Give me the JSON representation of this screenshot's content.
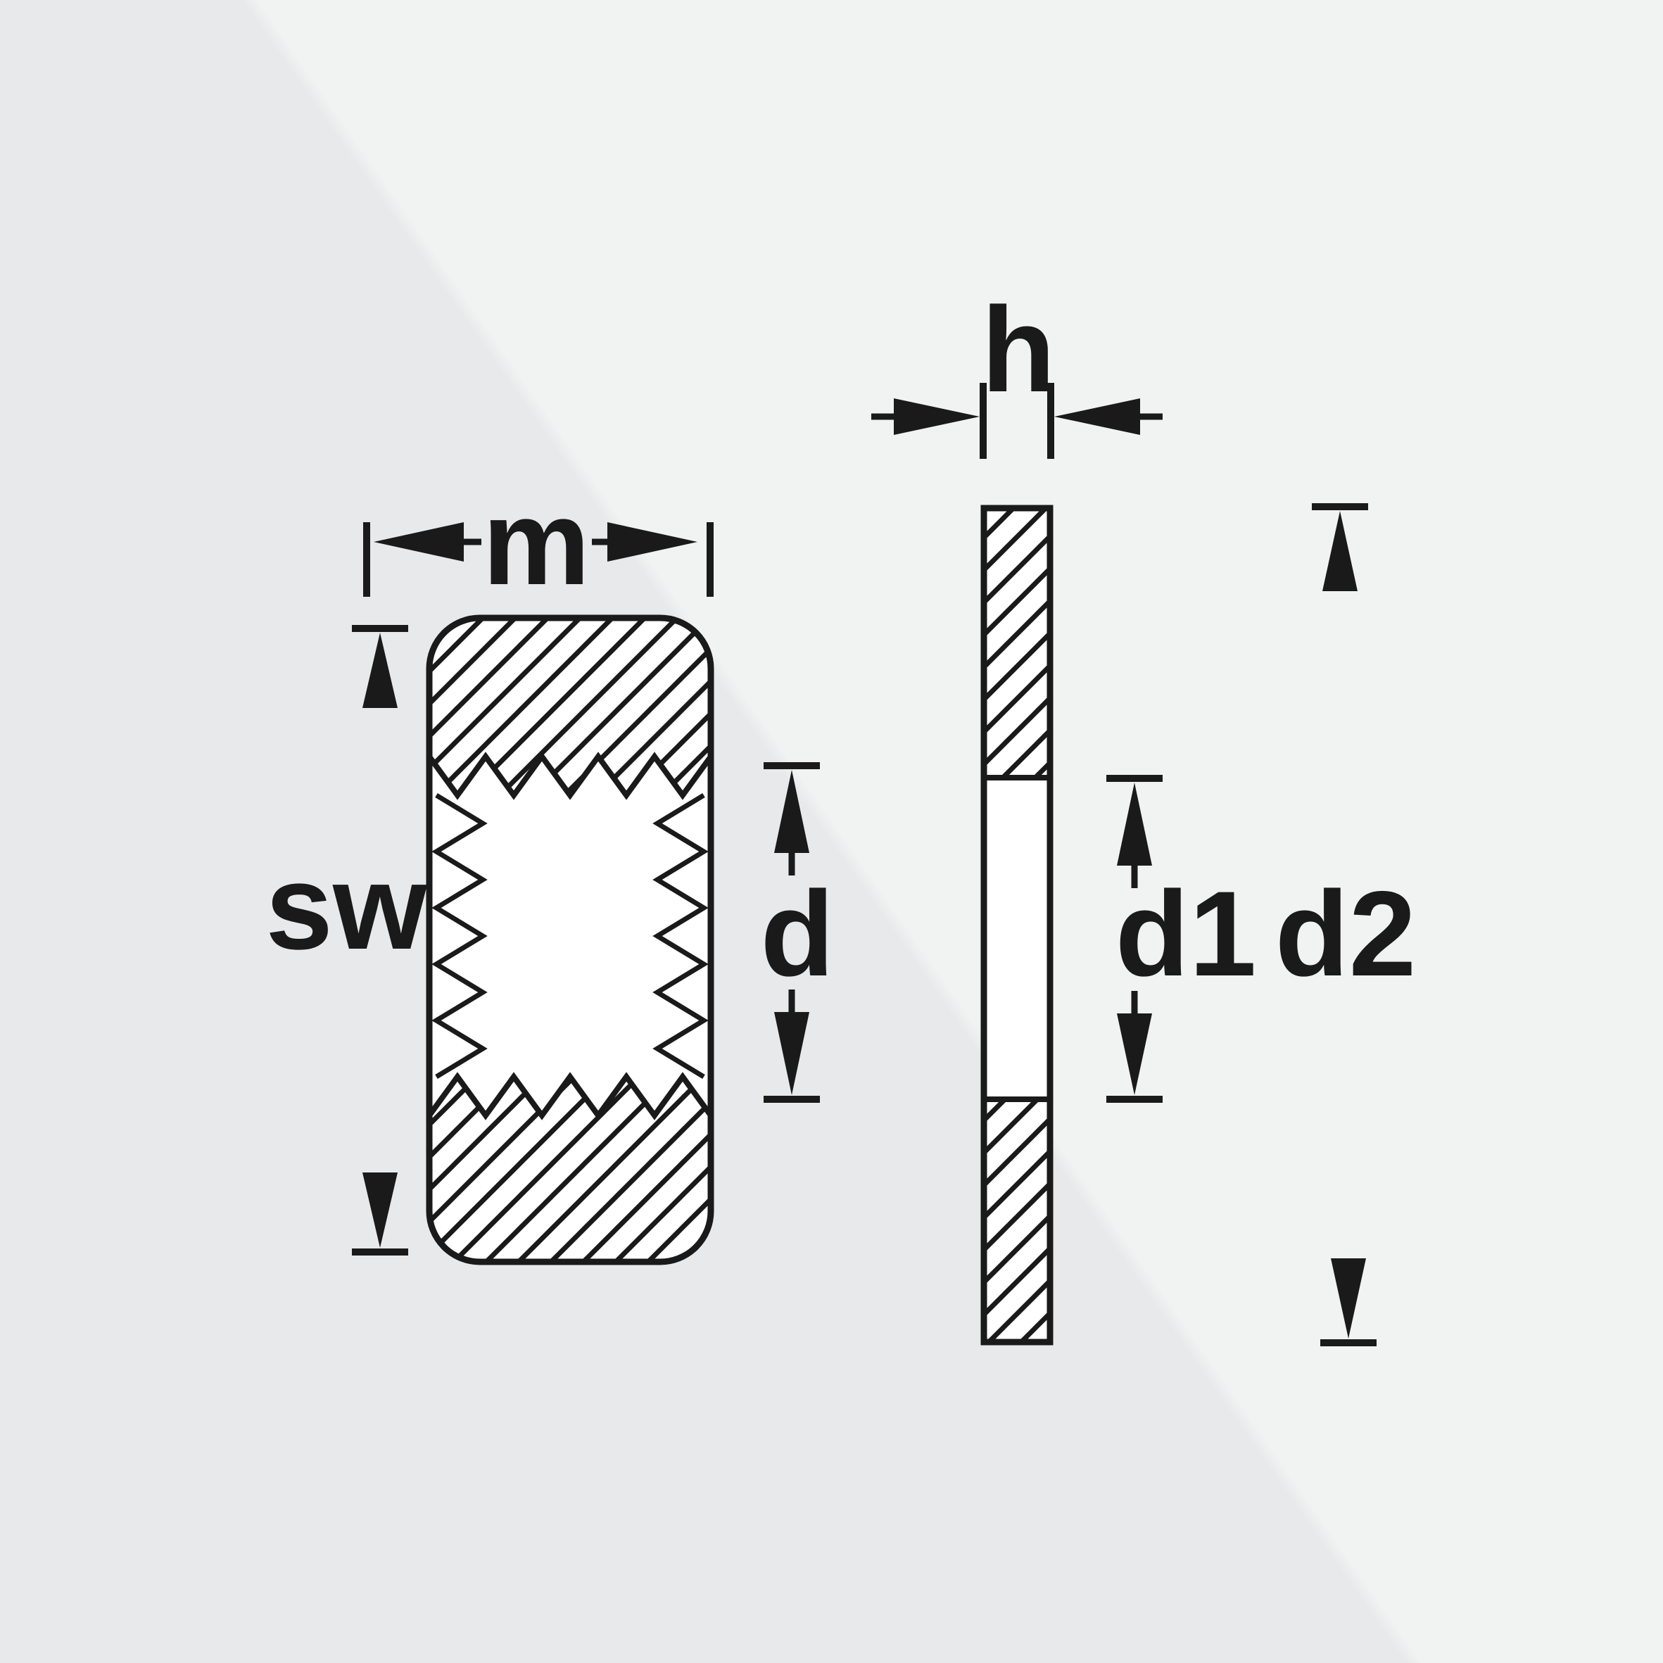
{
  "diagram": {
    "kind": "technical-dimension-drawing",
    "left_figure": "nut-cross-section",
    "right_figure": "washer-cross-section"
  },
  "labels": {
    "m": "m",
    "sw": "sw",
    "d": "d",
    "h": "h",
    "d1": "d1",
    "d2": "d2"
  },
  "colors": {
    "ink": "#1a1a1a",
    "paper": "#ffffff",
    "bg_light": "#f1f2f2",
    "bg_dark": "#e8e9ea"
  }
}
